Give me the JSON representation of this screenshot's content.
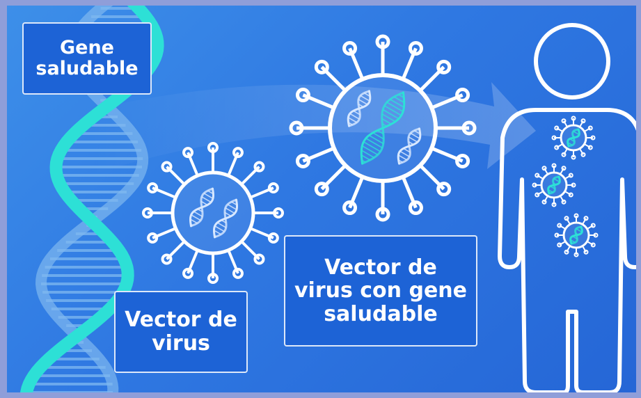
{
  "labels": {
    "healthy_gene": [
      "Gene",
      "saludable"
    ],
    "virus_vector": [
      "Vector de",
      "virus"
    ],
    "virus_vector_gene": [
      "Vector de",
      "virus con gene",
      "saludable"
    ]
  },
  "colors": {
    "background": "#2f78e2",
    "outer_border": "#8f9ed9",
    "label_fill": "#1d63d6",
    "outline": "#ffffff",
    "dna_teal": "#2de0d6",
    "dna_faded": "#7fb8f0"
  },
  "icons": {
    "dna_strand": "dna-helix-icon",
    "virus": "virus-icon",
    "body": "human-figure-icon"
  }
}
